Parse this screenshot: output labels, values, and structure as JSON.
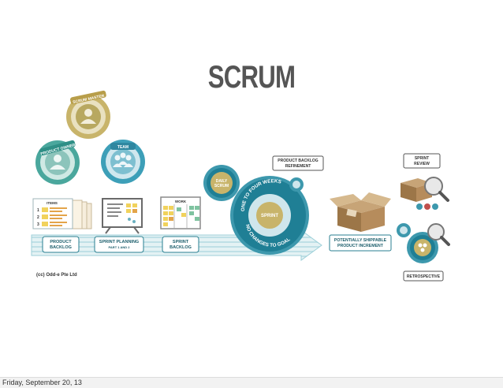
{
  "slide": {
    "title": "SCRUM",
    "credit": "(cc) Odd-e Pte Ltd",
    "footer_date": "Friday, September 20, 13"
  },
  "roles": {
    "scrum_master": "SCRUM MASTER",
    "product_owner": "PRODUCT OWNER",
    "team": "TEAM"
  },
  "artifacts": {
    "items_label": "ITEMS",
    "item_numbers": [
      "1",
      "2",
      "3"
    ],
    "work_label": "WORK"
  },
  "steps": {
    "product_backlog": [
      "PRODUCT",
      "BACKLOG"
    ],
    "sprint_planning": [
      "SPRINT PLANNING",
      "PART 1 AND 2"
    ],
    "sprint_backlog": [
      "SPRINT",
      "BACKLOG"
    ],
    "daily_scrum": [
      "DAILY",
      "SCRUM"
    ],
    "sprint": "SPRINT",
    "sprint_arc_top": "ONE TO FOUR WEEKS",
    "sprint_arc_bottom": "NO CHANGES TO GOAL",
    "refinement": [
      "PRODUCT BACKLOG",
      "REFINEMENT"
    ],
    "increment": [
      "POTENTIALLY SHIPPABLE",
      "PRODUCT INCREMENT"
    ],
    "sprint_review": [
      "SPRINT",
      "REVIEW"
    ],
    "retrospective": "RETROSPECTIVE"
  },
  "colors": {
    "teal": "#1c8a9c",
    "teal_light": "#9fd3dc",
    "gold": "#c8b46a",
    "title_gray": "#555555",
    "arrow_stripe": "#2a96a8"
  }
}
